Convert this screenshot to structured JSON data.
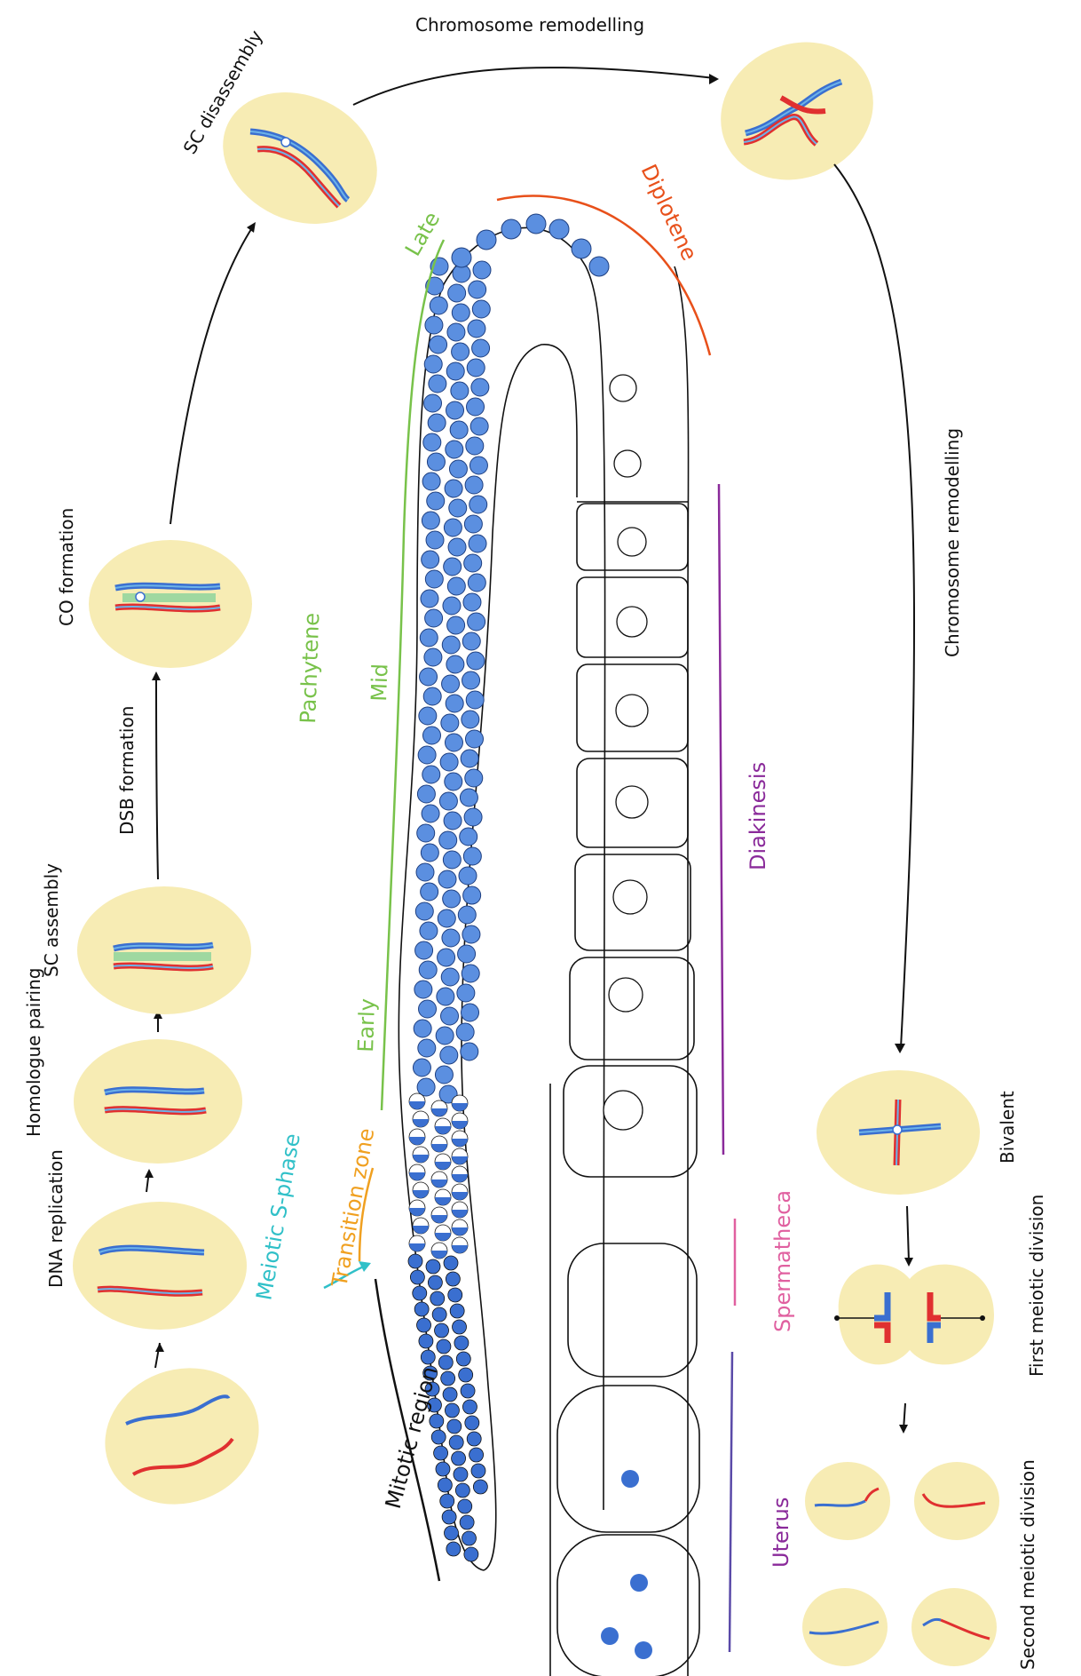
{
  "colors": {
    "oval": "#f7ecb4",
    "blue": "#3a6fd0",
    "red": "#e03030",
    "lightblue": "#6db3e8",
    "green": "#78c24a",
    "orange": "#f0a020",
    "darkorange": "#e8501a",
    "purple": "#8a2a9a",
    "pink": "#e060a0",
    "indigo": "#5a4aa8",
    "cyan": "#30c0c8",
    "nucleus": "#3a6fd0"
  },
  "steps": {
    "dna_replication": "DNA replication",
    "homologue_pairing": "Homologue pairing",
    "sc_assembly": "SC assembly",
    "dsb_formation": "DSB formation",
    "co_formation": "CO formation",
    "sc_disassembly": "SC disassembly",
    "chromosome_remodelling_top": "Chromosome remodelling",
    "chromosome_remodelling_right": "Chromosome remodelling",
    "bivalent": "Bivalent",
    "first_meiotic_division": "First meiotic division",
    "second_meiotic_division": "Second meiotic division"
  },
  "regions": {
    "mitotic_region": "Mitotic region",
    "meiotic_s_phase": "Meiotic S-phase",
    "transition_zone": "Transition zone",
    "early": "Early",
    "mid": "Mid",
    "pachytene": "Pachytene",
    "late": "Late",
    "diplotene": "Diplotene",
    "diakinesis": "Diakinesis",
    "spermatheca": "Spermatheca",
    "uterus": "Uterus"
  }
}
